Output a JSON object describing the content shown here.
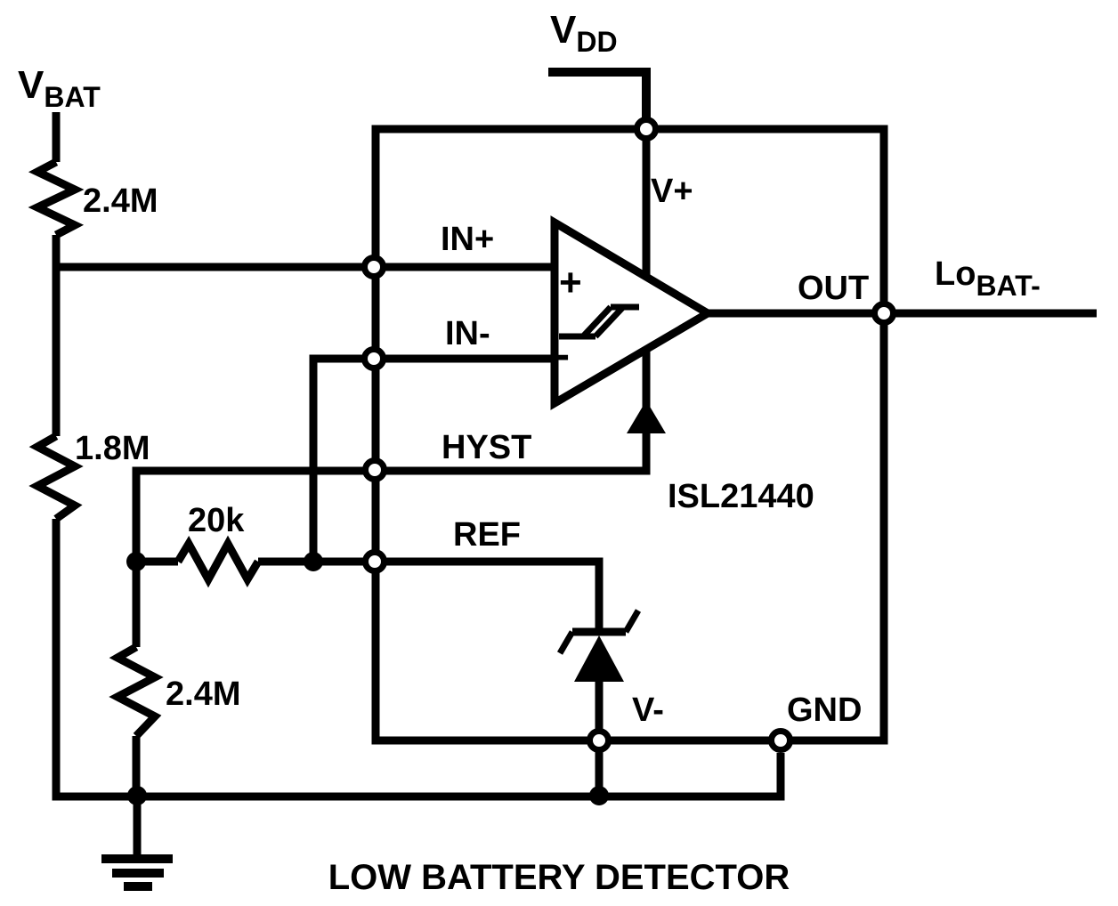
{
  "schematic": {
    "title": "LOW BATTERY DETECTOR",
    "ic": {
      "part": "ISL21440"
    },
    "nets": {
      "vbat": {
        "base": "V",
        "sub": "BAT"
      },
      "vdd": {
        "base": "V",
        "sub": "DD"
      },
      "lobat": {
        "base": "Lo",
        "sub": "BAT-"
      }
    },
    "pins": {
      "in_plus": "IN+",
      "in_minus": "IN-",
      "hyst": "HYST",
      "ref": "REF",
      "v_plus": "V+",
      "v_minus": "V-",
      "gnd": "GND",
      "out": "OUT"
    },
    "comparator": {
      "noninverting": "+",
      "inverting": "-"
    },
    "resistors": {
      "divider_top": "2.4M",
      "divider_mid": "1.8M",
      "hyst_series": "20k",
      "divider_bottom": "2.4M"
    },
    "colors": {
      "ink": "#000000",
      "paper": "#ffffff"
    }
  }
}
